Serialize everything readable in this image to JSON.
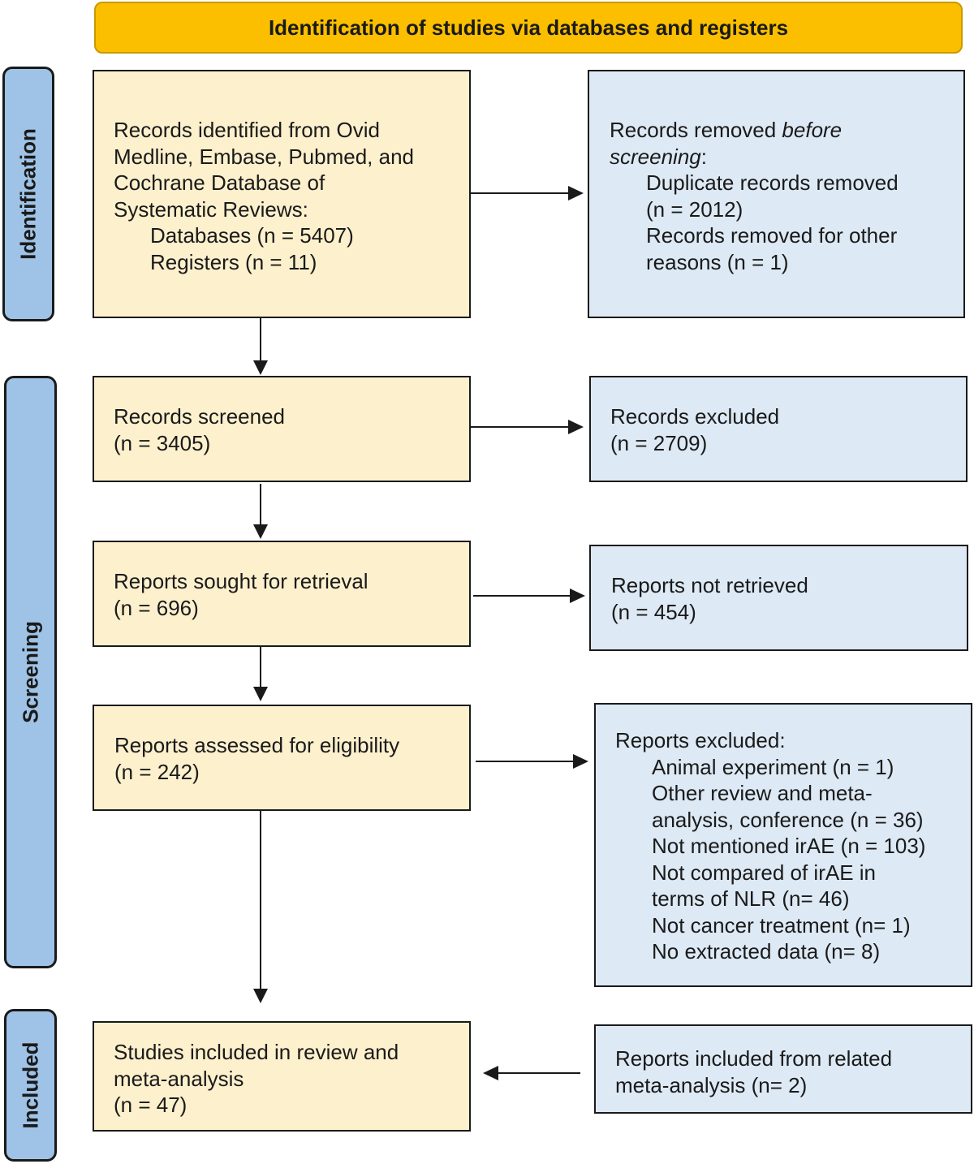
{
  "header": "Identification of studies via databases and registers",
  "phases": {
    "identification": "Identification",
    "screening": "Screening",
    "included": "Included"
  },
  "identified": {
    "lines": [
      "Records identified from Ovid",
      "Medline, Embase, Pubmed, and",
      "Cochrane Database of",
      "Systematic Reviews:"
    ],
    "items": [
      "Databases (n = 5407)",
      "Registers (n = 11)"
    ]
  },
  "removed": {
    "prefix": "Records removed ",
    "italic1": "before",
    "italic2": "screening",
    "suffix": ":",
    "items": [
      "Duplicate records removed",
      "(n = 2012)",
      "Records removed for other",
      "reasons (n = 1)"
    ]
  },
  "screened": {
    "lines": [
      "Records screened",
      "(n = 3405)"
    ]
  },
  "excluded": {
    "lines": [
      "Records excluded",
      "(n = 2709)"
    ]
  },
  "sought": {
    "lines": [
      "Reports sought for retrieval",
      "(n = 696)"
    ]
  },
  "not_retrieved": {
    "lines": [
      "Reports not retrieved",
      "(n = 454)"
    ]
  },
  "assessed": {
    "lines": [
      "Reports assessed for eligibility",
      "(n = 242)"
    ]
  },
  "reports_excluded": {
    "title": "Reports excluded:",
    "items": [
      "Animal experiment (n = 1)",
      "Other review and meta-",
      "analysis, conference (n = 36)",
      "Not mentioned irAE (n = 103)",
      "Not compared of irAE in",
      "terms of NLR (n= 46)",
      "Not cancer treatment (n= 1)",
      "No extracted data (n= 8)"
    ]
  },
  "included_studies": {
    "lines": [
      "Studies included in review and",
      "meta-analysis",
      "(n = 47)"
    ]
  },
  "related": {
    "lines": [
      "Reports included from related",
      "meta-analysis (n= 2)"
    ]
  },
  "colors": {
    "header": "#fbbf00",
    "phase": "#9fc3e6",
    "left_box": "#fdf0cd",
    "right_box": "#dde9f4"
  }
}
